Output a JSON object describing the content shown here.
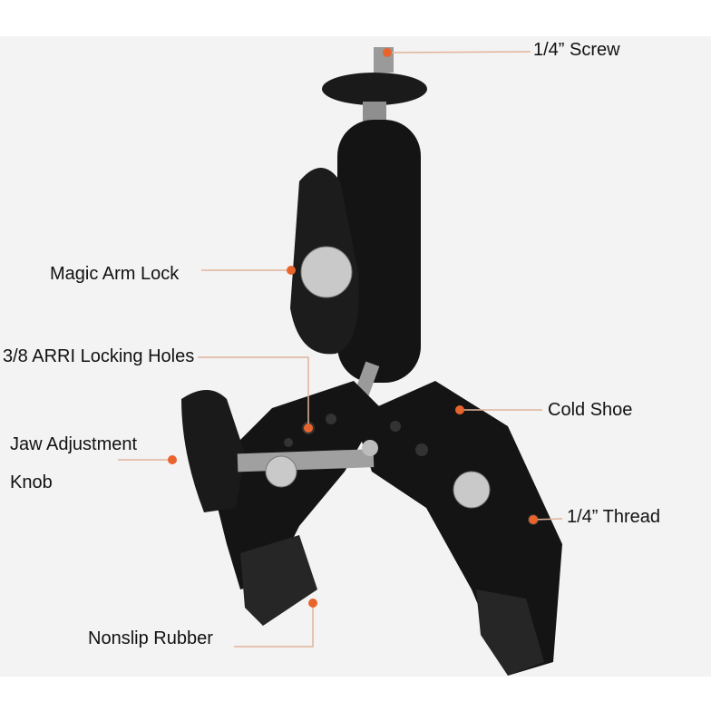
{
  "labels": {
    "screw": "1/4” Screw",
    "magic_arm_lock": "Magic Arm Lock",
    "arri_holes": "3/8 ARRI Locking Holes",
    "jaw_line1": "Jaw Adjustment",
    "jaw_line2": "Knob",
    "cold_shoe": "Cold Shoe",
    "thread": "1/4” Thread",
    "nonslip": "Nonslip Rubber"
  },
  "colors": {
    "accent": "#e8642c",
    "leader_line": "#e0b49a",
    "product": "#151515",
    "background": "#f3f3f3"
  }
}
